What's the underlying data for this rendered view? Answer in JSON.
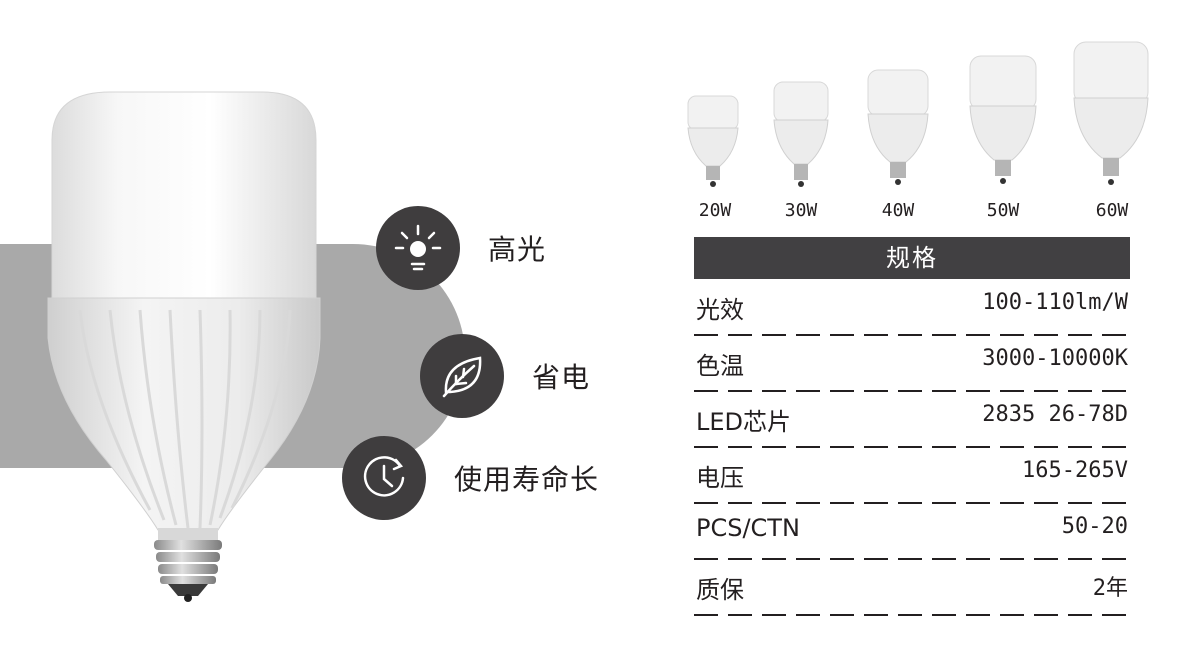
{
  "features": [
    {
      "icon": "sun-icon",
      "label": "高光"
    },
    {
      "icon": "leaf-icon",
      "label": "省电"
    },
    {
      "icon": "clock-icon",
      "label": "使用寿命长"
    }
  ],
  "models": [
    {
      "watt": "20W"
    },
    {
      "watt": "30W"
    },
    {
      "watt": "40W"
    },
    {
      "watt": "50W"
    },
    {
      "watt": "60W"
    }
  ],
  "spec": {
    "header": "规格",
    "rows": [
      {
        "key": "光效",
        "value": "100-110lm/W"
      },
      {
        "key": "色温",
        "value": "3000-10000K"
      },
      {
        "key": "LED芯片",
        "value": "2835 26-78D"
      },
      {
        "key": "电压",
        "value": "165-265V"
      },
      {
        "key": "PCS/CTN",
        "value": "50-20"
      },
      {
        "key": "质保",
        "value": "2年"
      }
    ]
  },
  "colors": {
    "badge": "#3f3d3e",
    "backdrop": "#a9a9a9",
    "header_bg": "#414042",
    "text": "#231f20"
  }
}
